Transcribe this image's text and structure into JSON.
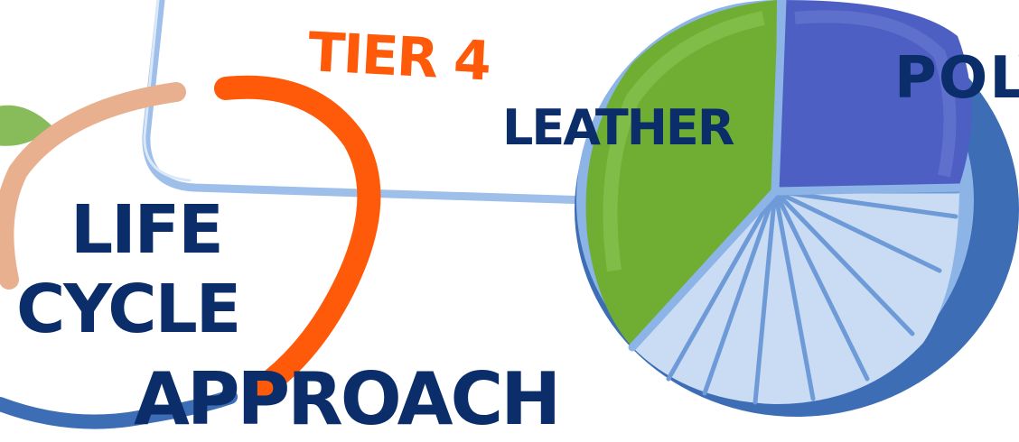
{
  "labels": {
    "tier": "TIER 4",
    "leather": "LEATHER",
    "poly": "POLY",
    "life": "LIFE",
    "cycle": "CYCLE",
    "approach": "APPROACH"
  },
  "colors": {
    "orange": "#ff5a0a",
    "navy": "#0b2e6b",
    "light_blue": "#8cb4e6",
    "pale_blue": "#c9dcf4",
    "mid_blue": "#4779c4",
    "dark_blue": "#3d6db5",
    "indigo": "#4d5fc2",
    "green": "#6fae33",
    "green_dark": "#4f8f22",
    "peach": "#e8b08f",
    "leaf": "#7bb447"
  }
}
